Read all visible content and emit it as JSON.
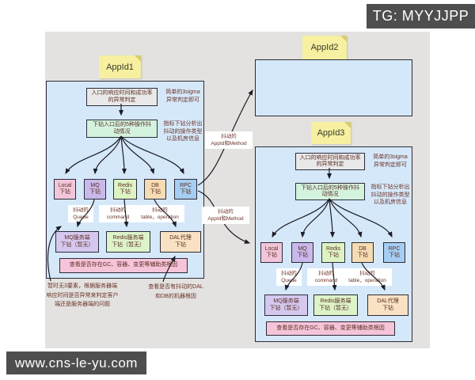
{
  "watermarks": {
    "top": "TG: MYYJJPP",
    "bottom": "www.cns-le-yu.com"
  },
  "palette": {
    "diagram_bg": "#e3e2e0",
    "panel_bg": "#d5e8fa",
    "sticky_yellow": "#f6f0a0",
    "badge_gray": "#4e4e4e",
    "step_gray": "#e9e9e9",
    "step_mint": "#d4f3df",
    "local_pink": "#f2c6da",
    "mq_purple": "#c8b9ea",
    "redis_green": "#ddf3c4",
    "db_tan": "#f6dcb3",
    "rpc_blue": "#a6cdf2",
    "banner_pink": "#f6c4d9",
    "dal_peach": "#f9e2c3",
    "text_maroon": "#5c2e24"
  },
  "app1": {
    "title": "AppId1",
    "step1": "入口的响应时间和成功率\n的异常判定",
    "step1_note": "简单的3sigma\n异常判定即可",
    "step2": "下钻入口后的5种操作抖\n动情况",
    "step2_note": "指标下钻分析出\n抖动的操作类型\n以及机房信息",
    "drills": [
      "Local\n下钻",
      "MQ\n下钻",
      "Redis\n下钻",
      "DB\n下钻",
      "RPC\n下钻"
    ],
    "jitter_labels": [
      "抖动的\nQueue",
      "抖动的\ncommand",
      "抖动的\ntable，operation"
    ],
    "servers": [
      "MQ服务端\n下钻（暂无）",
      "Redis服务端\n下钻（暂无）",
      "DAL代理\n下钻"
    ],
    "banner": "查看是否存在GC、容器、变更等辅助类根因",
    "note_left": "暂时无3要素，根据服务器端\n响应时间是否异常来判定客户\n端还是服务器端的问题",
    "note_right": "查看是否有抖动的DAL\n和DB的机器根因"
  },
  "app2": {
    "title": "AppId2"
  },
  "app3": {
    "title": "AppId3",
    "step1": "入口的响应时间和成功率\n的异常判定",
    "step1_note": "简单的3sigma\n异常判定即可",
    "step2": "下钻入口后的5种操作抖\n动情况",
    "step2_note": "指标下钻分析出\n抖动的操作类型\n以及机房信息",
    "drills": [
      "Local\n下钻",
      "MQ\n下钻",
      "Redis\n下钻",
      "DB\n下钻",
      "RPC\n下钻"
    ],
    "jitter_labels": [
      "抖动的\nQueue",
      "抖动的\ncommand",
      "抖动的\ntable，operation"
    ],
    "servers": [
      "MQ服务端\n下钻（暂无）",
      "Redis服务端\n下钻（暂无）",
      "DAL代理\n下钻"
    ],
    "banner": "查看是否存在GC、容器、变更等辅助类根因"
  },
  "connectors": {
    "to_app2_label": "抖动的\nAppId和Method",
    "to_app3_label": "抖动的\nAppId和Method"
  }
}
